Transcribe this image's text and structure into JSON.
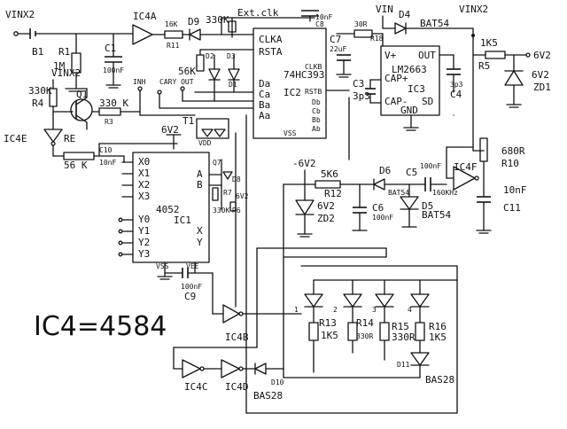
{
  "title_note": "IC4=4584",
  "ics": {
    "ic1": {
      "part": "4052",
      "ref": "IC1",
      "pins": [
        "X0",
        "X1",
        "X2",
        "X3",
        "Y0",
        "Y1",
        "Y2",
        "Y3",
        "A",
        "B",
        "X",
        "Y",
        "VDD",
        "VSS",
        "VEE"
      ]
    },
    "ic2": {
      "part": "74HC393",
      "ref": "IC2",
      "pins": [
        "CLKA",
        "RSTA",
        "Da",
        "Ca",
        "Ba",
        "Aa",
        "CLKB",
        "RSTB",
        "Db",
        "Cb",
        "Bb",
        "Ab",
        "VSS"
      ]
    },
    "ic3": {
      "part": "LM2663",
      "ref": "IC3",
      "pins": [
        "V+",
        "OUT",
        "CAP+",
        "CAP-",
        "GND",
        "SD"
      ]
    }
  },
  "gates": [
    "IC4A",
    "IC4B",
    "IC4C",
    "IC4D",
    "IC4E",
    "IC4F"
  ],
  "nets": {
    "vin": "VIN",
    "vinx2": "VINX2",
    "v6_2": "6V2",
    "neg6v2": "-6V2",
    "ext_clk": "Ext.clk",
    "inh": "INH",
    "carry_out": "CARY OUT"
  },
  "components": {
    "b1": "B1",
    "r1": "R1",
    "r1v": "1M",
    "c1": "C1",
    "c1v": "100nF",
    "r4": "R4",
    "r4v": "330K",
    "q1": "Q1",
    "r3": "R3",
    "r3v": "330 K",
    "re": "RE",
    "rev": "56 K",
    "c10": "C10",
    "c10v": "10nF",
    "r11": "R11",
    "r11v": "16K",
    "d9": "D9",
    "r9v": "330K",
    "r56k": "56K",
    "d2": "D2",
    "d3": "D3",
    "d1": "D1",
    "t1": "T1",
    "c8": "C8",
    "c8v": "10nF",
    "c7": "C7",
    "c7v": "22uF",
    "r8": "30R",
    "r18": "R18",
    "d4": "D4",
    "d4v": "BAT54",
    "c3": "C3",
    "c3v": "3p3",
    "c4": "C4",
    "c4v": "3p3",
    "r5": "R5",
    "r5v": "1K5",
    "zd1": "ZD1",
    "zd1v": "6V2",
    "r10": "R10",
    "r10v": "680R",
    "c11": "C11",
    "c11v": "10nF",
    "freq": "160KHz",
    "r12": "R12",
    "r12v": "5K6",
    "zd2": "ZD2",
    "zd2v": "6V2",
    "c6": "C6",
    "c6v": "100nF",
    "d6": "D6",
    "d6v": "BAT54",
    "d5": "D5",
    "d5v": "BAT54",
    "c5": "C5",
    "c5v": "100nF",
    "c9": "C9",
    "c9v": "100nF",
    "r13": "R13",
    "r13v": "1K5",
    "r14": "R14",
    "r14v": "330R",
    "r15": "R15",
    "r15v": "330R",
    "r16": "R16",
    "r16v": "1K5",
    "d11": "D11",
    "d11v": "BAS28",
    "d10": "D10",
    "d10v": "BAS28",
    "r6": "R6",
    "r7": "R7",
    "r7v": "330K",
    "q7": "Q7",
    "d8": "D8"
  },
  "led_nums": [
    "1",
    "2",
    "3",
    "4"
  ]
}
